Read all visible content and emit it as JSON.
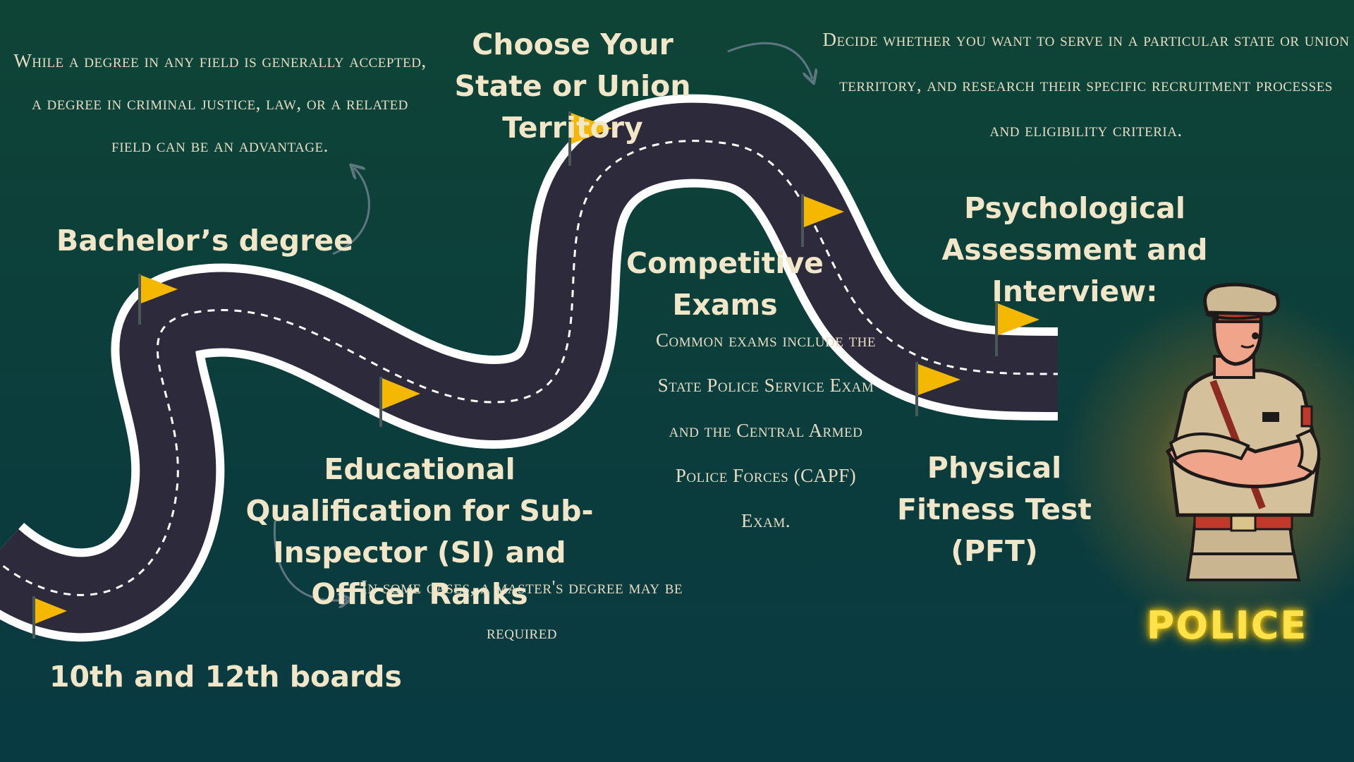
{
  "milestones": {
    "boards": "10th and 12th boards",
    "bachelor": "Bachelor’s degree",
    "education": "Educational Qualification for Sub-Inspector (SI) and Officer Ranks",
    "state": "Choose Your State or Union Territory",
    "exams": "Competitive Exams",
    "pft": "Physical Fitness Test (PFT)",
    "psych": "Psychological Assessment and Interview:"
  },
  "notes": {
    "degree": "While a degree in any field is generally accepted, a degree in criminal justice, law, or a related field can be an advantage.",
    "state": "Decide whether you want to serve in a particular state or union territory, and research their specific recruitment processes and eligibility criteria.",
    "exams": "Common exams include the State Police Service Exam and the Central Armed Police Forces (CAPF) Exam.",
    "masters": "In some cases, a master's degree may be required"
  },
  "badge": {
    "label": "POLICE"
  },
  "colors": {
    "background": "#0e4436",
    "road": "#2d2b3b",
    "road_edge": "#ffffff",
    "flag": "#f5b800",
    "text": "#f2e6c8"
  }
}
